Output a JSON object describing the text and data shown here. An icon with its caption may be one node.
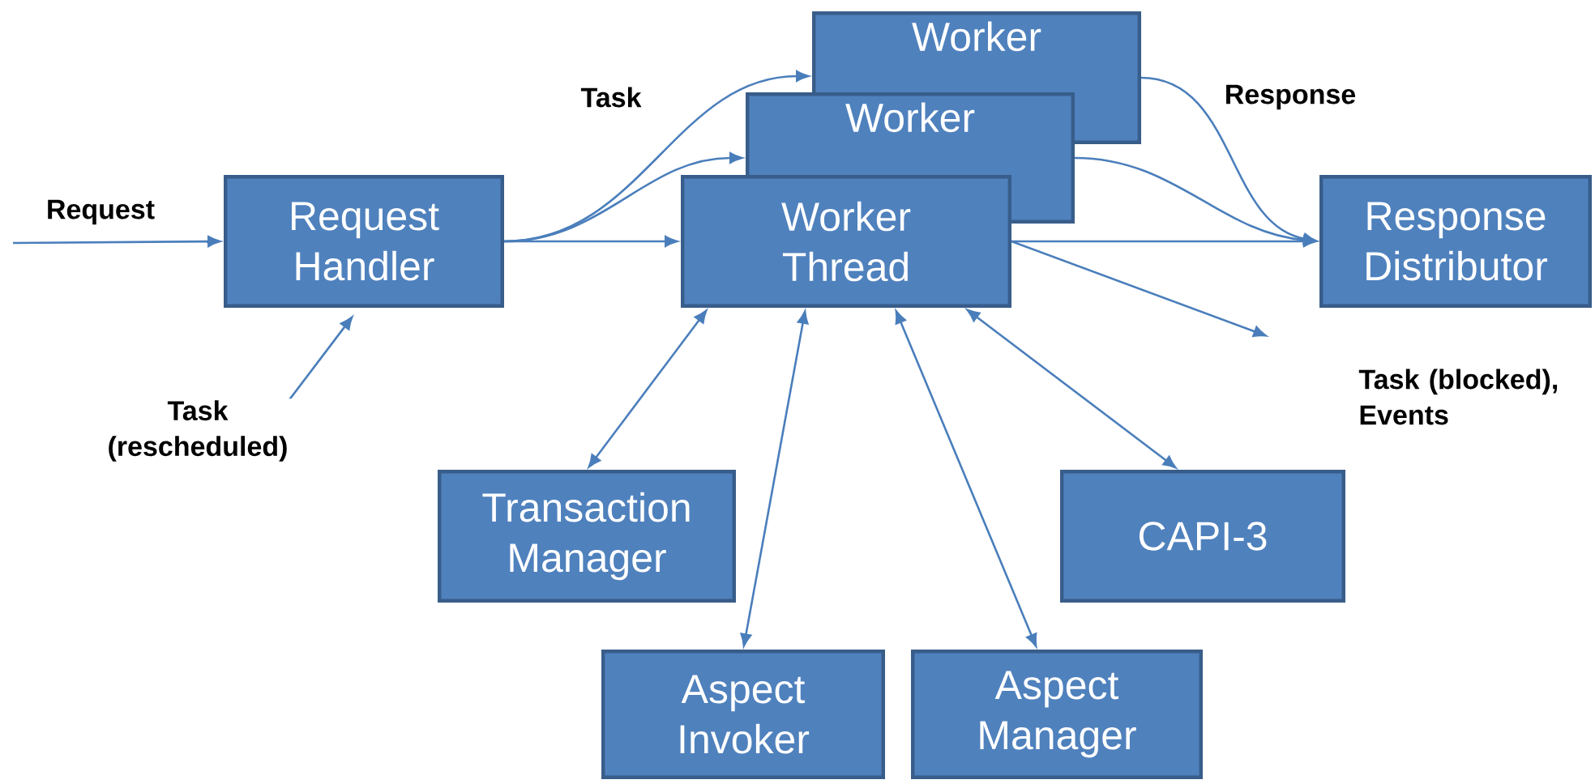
{
  "diagram": {
    "nodes": [
      {
        "text": [
          "Request Handler"
        ]
      },
      {
        "text": [
          "Worker"
        ]
      },
      {
        "text": [
          "Worker"
        ]
      },
      {
        "text": [
          "Worker Thread"
        ]
      },
      {
        "text": [
          "Response Distributor"
        ]
      },
      {
        "text": [
          "Transaction Manager"
        ]
      },
      {
        "text": [
          "Aspect Invoker"
        ]
      },
      {
        "text": [
          "Aspect Manager"
        ]
      },
      {
        "text": [
          "CAPI-3"
        ]
      }
    ],
    "edges": [
      {
        "from": null,
        "to": 0,
        "arrow": "to",
        "label": "Request"
      },
      {
        "from": null,
        "to": 0,
        "arrow": "to",
        "label": "Task (rescheduled)"
      },
      {
        "from": 0,
        "to": 1,
        "arrow": "to",
        "label": "Task"
      },
      {
        "from": 0,
        "to": 2,
        "arrow": "to"
      },
      {
        "from": 0,
        "to": 3,
        "arrow": "to"
      },
      {
        "from": 1,
        "to": 4,
        "arrow": "to",
        "label": "Response"
      },
      {
        "from": 2,
        "to": 4,
        "arrow": "to"
      },
      {
        "from": 3,
        "to": 4,
        "arrow": "to"
      },
      {
        "from": 3,
        "to": null,
        "arrow": "to",
        "label": "Task (blocked), Events"
      },
      {
        "from": 3,
        "to": 5,
        "arrow": "both"
      },
      {
        "from": 3,
        "to": 6,
        "arrow": "both"
      },
      {
        "from": 3,
        "to": 7,
        "arrow": "both"
      },
      {
        "from": 3,
        "to": 8,
        "arrow": "both"
      }
    ]
  }
}
